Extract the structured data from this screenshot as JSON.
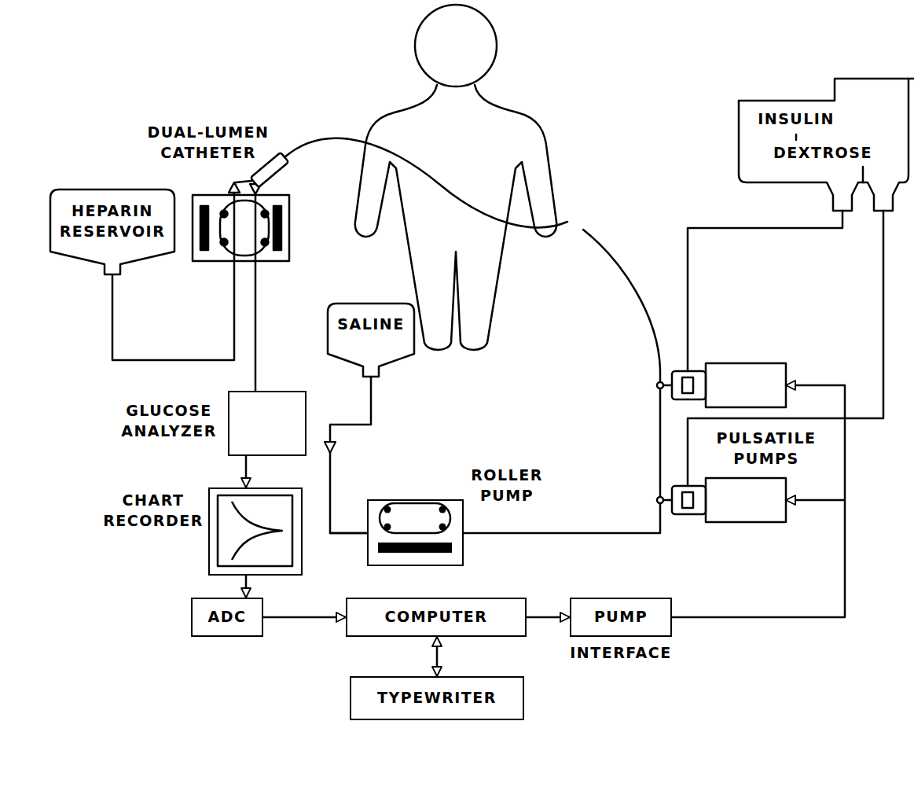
{
  "diagram": {
    "nodes": [
      {
        "text": [
          "HEPARIN RESERVOIR"
        ]
      },
      {
        "text": [
          "SALINE"
        ]
      },
      {
        "text": [
          "INSULIN"
        ]
      },
      {
        "text": [
          "DEXTROSE"
        ]
      },
      {
        "text": [
          "GLUCOSE ANALYZER"
        ]
      },
      {
        "text": [
          "ROLLER PUMP"
        ]
      },
      {
        "text": [
          "CHART RECORDER"
        ]
      },
      {
        "text": [
          "ADC"
        ]
      },
      {
        "text": [
          "COMPUTER"
        ]
      },
      {
        "text": [
          "PUMP",
          "INTERFACE"
        ]
      },
      {
        "text": [
          "TYPEWRITER"
        ]
      }
    ],
    "edges": [
      {
        "from": 4,
        "to": 6,
        "arrow": "to"
      },
      {
        "from": 1,
        "to": 5,
        "arrow": "to"
      },
      {
        "from": 6,
        "to": 7,
        "arrow": "to"
      },
      {
        "from": 7,
        "to": 8,
        "arrow": "to"
      },
      {
        "from": 8,
        "to": 9,
        "arrow": "to"
      },
      {
        "from": 8,
        "to": 10,
        "arrow": "both"
      }
    ],
    "labels": [
      "DUAL-LUMEN CATHETER",
      "PULSATILE PUMPS"
    ]
  }
}
